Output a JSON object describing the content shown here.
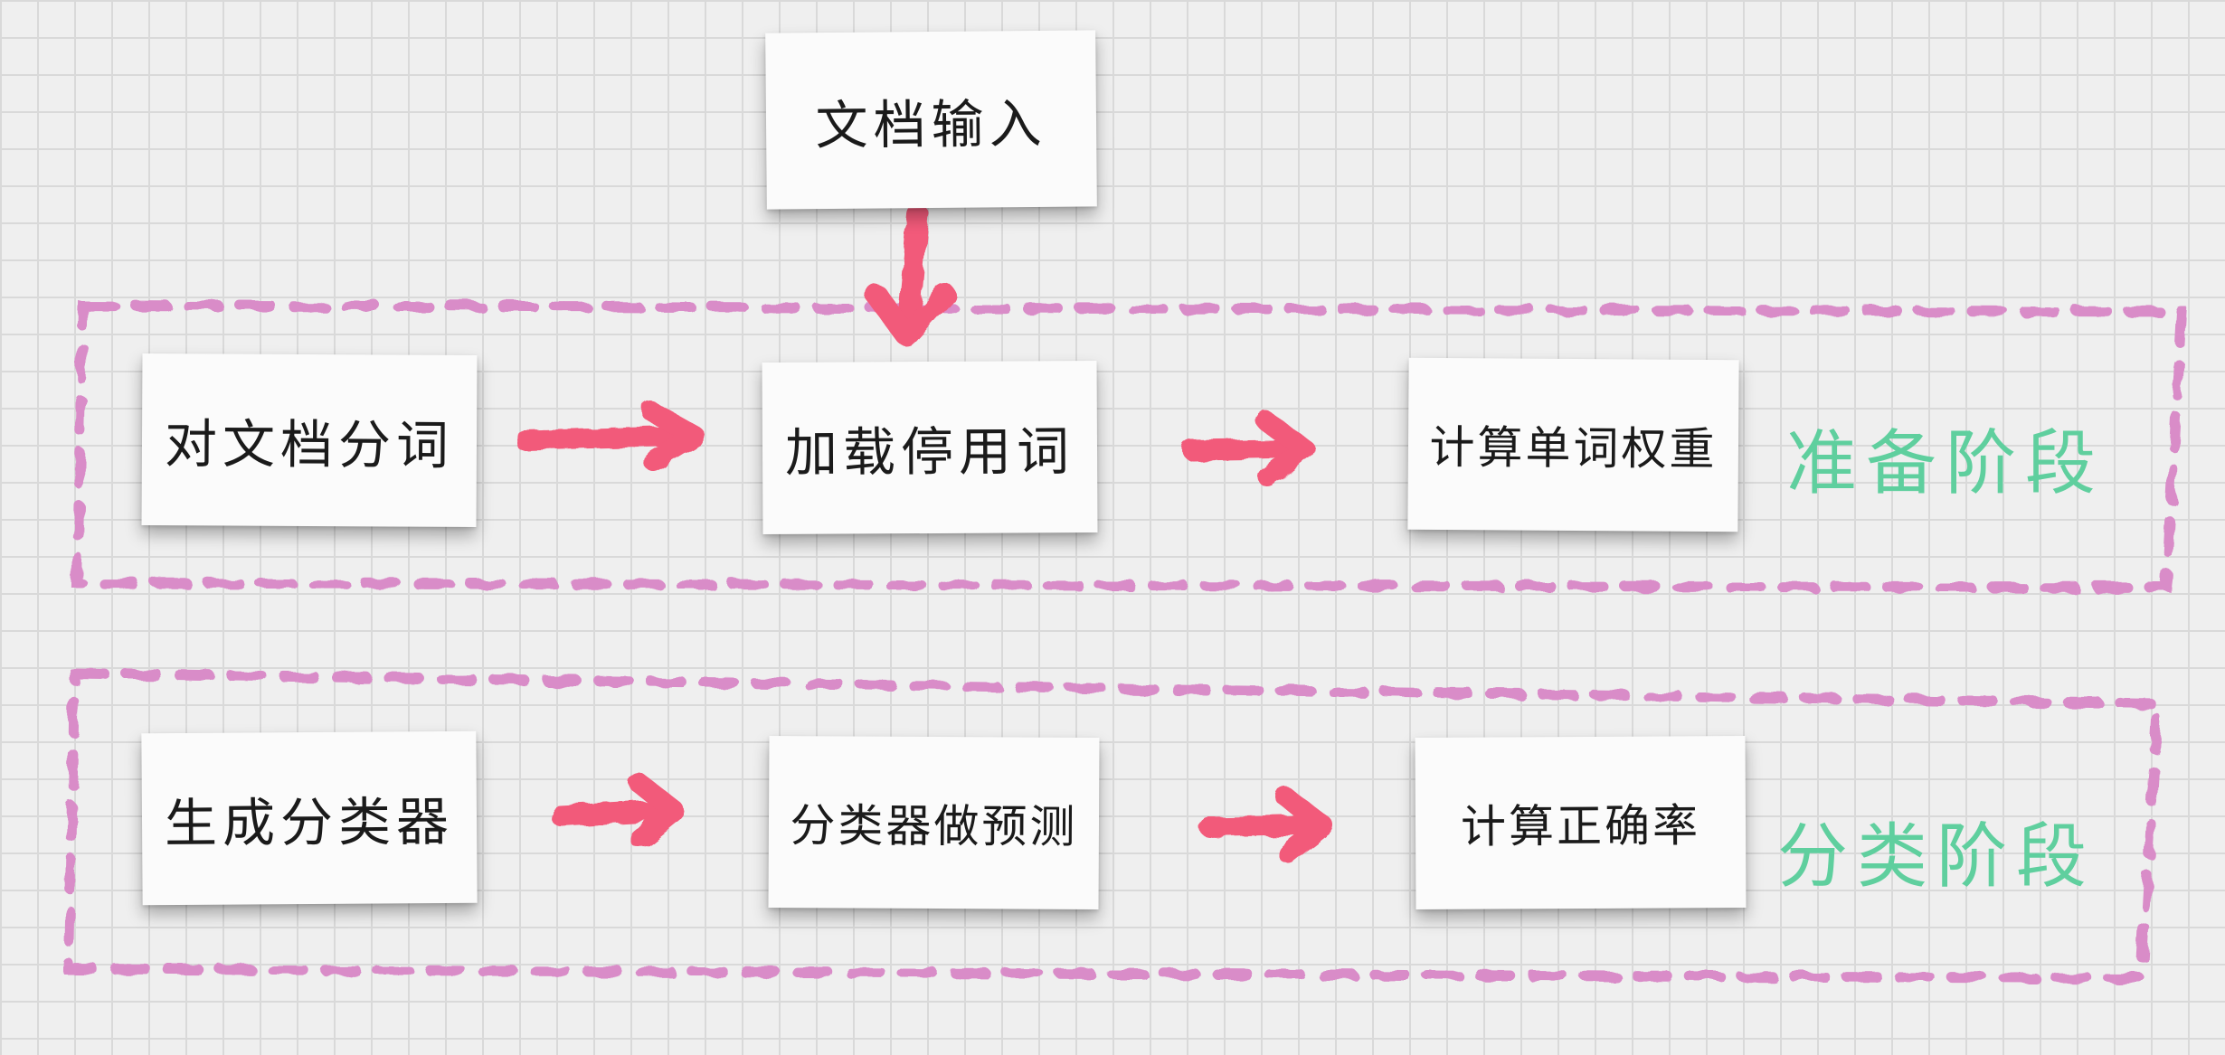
{
  "nodes": {
    "input": "文档输入",
    "segment": "对文档分词",
    "stopwords": "加载停用词",
    "weights": "计算单词权重",
    "build": "生成分类器",
    "predict": "分类器做预测",
    "accuracy": "计算正确率"
  },
  "stages": {
    "prepare": "准备阶段",
    "classify": "分类阶段"
  },
  "colors": {
    "arrow": "#f25a7a",
    "dashed_border": "#d98cc8",
    "stage_label": "#5fcf9e",
    "note": "#fbfbfb",
    "grid": "#d9d9d9"
  }
}
